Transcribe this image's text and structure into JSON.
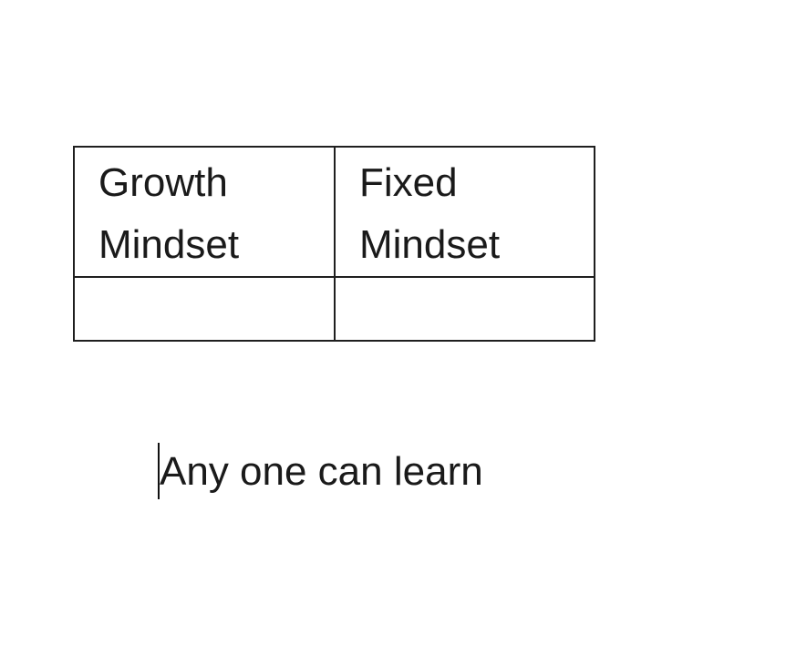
{
  "table": {
    "headers": [
      "Growth Mindset",
      "Fixed Mindset"
    ],
    "rows": [
      [
        "",
        ""
      ]
    ]
  },
  "body": {
    "paragraph": "Any one can learn"
  }
}
